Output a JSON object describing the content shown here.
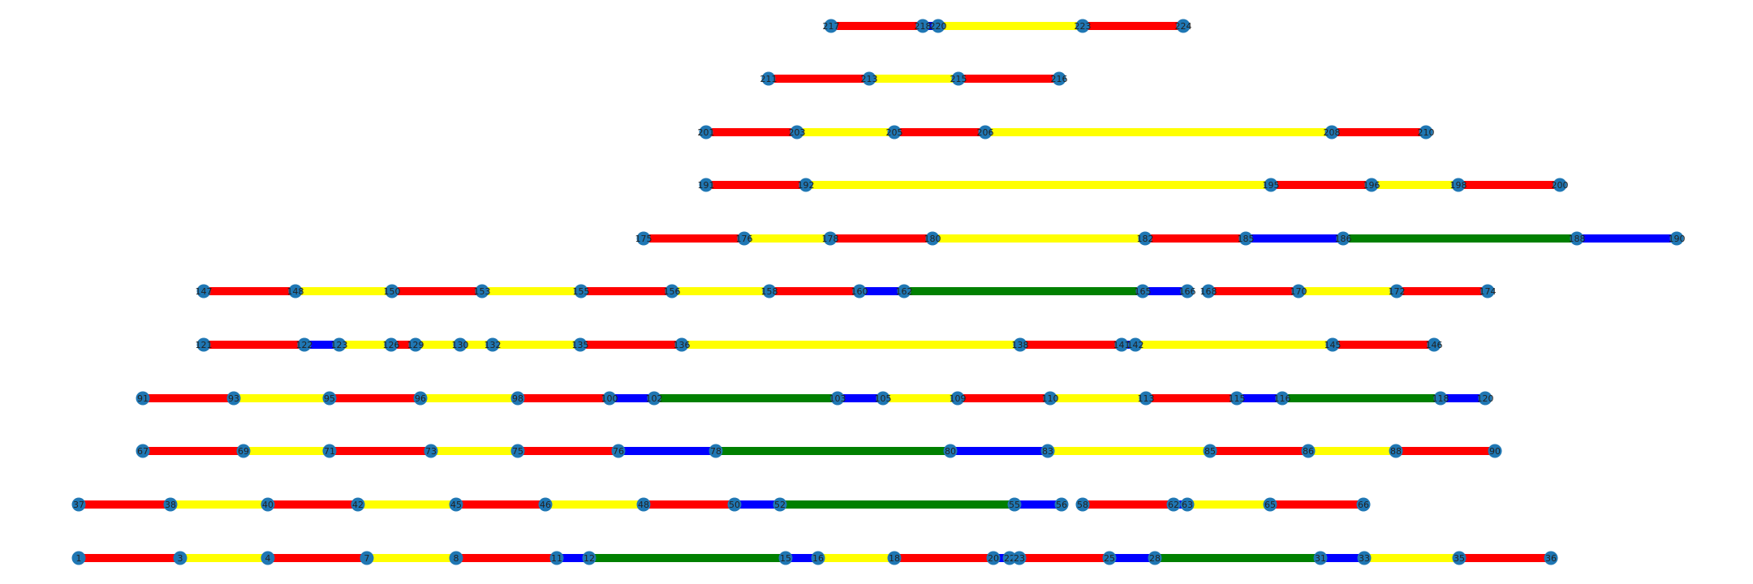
{
  "colors": {
    "red": "#ff0000",
    "yellow": "#ffff00",
    "blue": "#0000ff",
    "green": "#008000",
    "node": "#1f77b4"
  },
  "rows": [
    {
      "nodes": [
        "1",
        "3",
        "4",
        "7",
        "8",
        "11",
        "12",
        "15",
        "16",
        "18",
        "20",
        "22",
        "23",
        "25",
        "28",
        "31",
        "33",
        "35",
        "36"
      ],
      "edges": [
        "red",
        "yellow",
        "red",
        "yellow",
        "red",
        "blue",
        "green",
        "blue",
        "yellow",
        "red",
        "blue",
        "red",
        "red",
        "blue",
        "green",
        "blue",
        "yellow",
        "red"
      ]
    },
    {
      "nodes": [
        "37",
        "38",
        "40",
        "42",
        "45",
        "46",
        "48",
        "50",
        "52",
        "55",
        "56",
        "58",
        "62",
        "63",
        "65",
        "66"
      ],
      "edges": [
        "red",
        "yellow",
        "red",
        "yellow",
        "red",
        "yellow",
        "red",
        "blue",
        "green",
        "blue",
        null,
        "red",
        "blue",
        "yellow",
        "red"
      ]
    },
    {
      "nodes": [
        "67",
        "69",
        "71",
        "73",
        "75",
        "76",
        "78",
        "80",
        "83",
        "85",
        "86",
        "88",
        "90"
      ],
      "edges": [
        "red",
        "yellow",
        "red",
        "yellow",
        "red",
        "blue",
        "green",
        "blue",
        "yellow",
        "red",
        "yellow",
        "red"
      ]
    },
    {
      "nodes": [
        "91",
        "93",
        "95",
        "96",
        "98",
        "100",
        "102",
        "103",
        "105",
        "109",
        "110",
        "113",
        "115",
        "116",
        "118",
        "120"
      ],
      "edges": [
        "red",
        "yellow",
        "red",
        "yellow",
        "red",
        "blue",
        "green",
        "blue",
        "yellow",
        "red",
        "yellow",
        "red",
        "blue",
        "green",
        "blue"
      ]
    },
    {
      "nodes": [
        "121",
        "122",
        "123",
        "126",
        "129",
        "130",
        "132",
        "135",
        "136",
        "138",
        "141",
        "142",
        "145",
        "146"
      ],
      "edges": [
        "red",
        "blue",
        "yellow",
        "red",
        "yellow",
        "yellow",
        "yellow",
        "red",
        "yellow",
        "red",
        "blue",
        "yellow",
        "red"
      ]
    },
    {
      "nodes": [
        "147",
        "148",
        "150",
        "153",
        "155",
        "156",
        "158",
        "160",
        "162",
        "165",
        "166",
        "168",
        "170",
        "172",
        "174"
      ],
      "edges": [
        "red",
        "yellow",
        "red",
        "yellow",
        "red",
        "yellow",
        "red",
        "blue",
        "green",
        "blue",
        null,
        "red",
        "yellow",
        "red"
      ]
    },
    {
      "nodes": [
        "175",
        "176",
        "178",
        "180",
        "182",
        "185",
        "186",
        "188",
        "190"
      ],
      "edges": [
        "red",
        "yellow",
        "red",
        "yellow",
        "red",
        "blue",
        "green",
        "blue"
      ]
    },
    {
      "nodes": [
        "191",
        "192",
        "195",
        "196",
        "198",
        "200"
      ],
      "edges": [
        "red",
        "yellow",
        "red",
        "yellow",
        "red"
      ]
    },
    {
      "nodes": [
        "201",
        "203",
        "205",
        "206",
        "208",
        "210"
      ],
      "edges": [
        "red",
        "yellow",
        "red",
        "yellow",
        "red"
      ]
    },
    {
      "nodes": [
        "211",
        "213",
        "215",
        "216"
      ],
      "edges": [
        "red",
        "yellow",
        "red"
      ]
    },
    {
      "nodes": [
        "217",
        "218",
        "220",
        "223",
        "224"
      ],
      "edges": [
        "red",
        "blue",
        "yellow",
        "red"
      ]
    }
  ]
}
